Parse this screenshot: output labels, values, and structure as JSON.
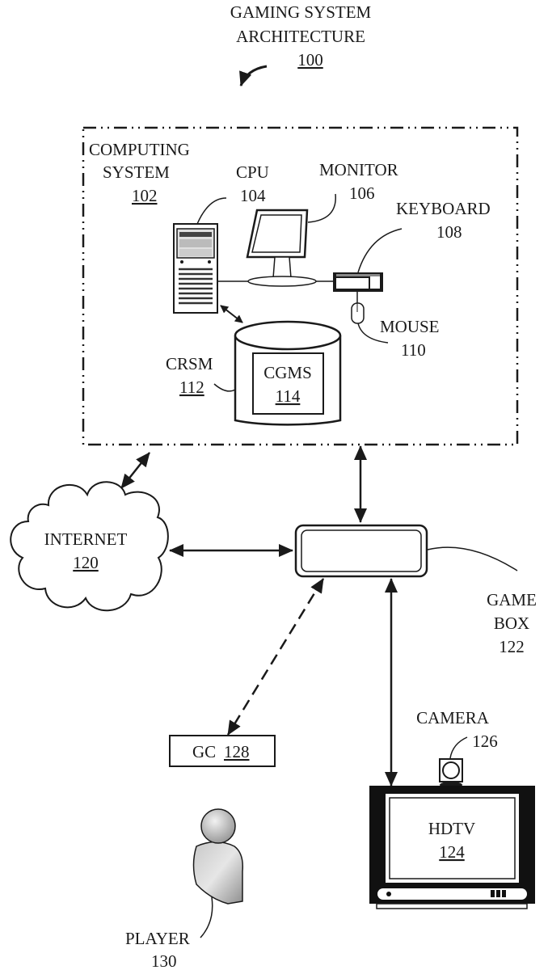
{
  "title": {
    "line1": "GAMING SYSTEM",
    "line2": "ARCHITECTURE",
    "ref": "100"
  },
  "computing_system": {
    "name1": "COMPUTING",
    "name2": "SYSTEM",
    "ref": "102"
  },
  "cpu": {
    "name": "CPU",
    "ref": "104"
  },
  "monitor": {
    "name": "MONITOR",
    "ref": "106"
  },
  "keyboard": {
    "name": "KEYBOARD",
    "ref": "108"
  },
  "mouse": {
    "name": "MOUSE",
    "ref": "110"
  },
  "crsm": {
    "name": "CRSM",
    "ref": "112"
  },
  "cgms": {
    "name": "CGMS",
    "ref": "114"
  },
  "internet": {
    "name": "INTERNET",
    "ref": "120"
  },
  "game_box": {
    "name1": "GAME",
    "name2": "BOX",
    "ref": "122"
  },
  "hdtv": {
    "name": "HDTV",
    "ref": "124"
  },
  "camera": {
    "name": "CAMERA",
    "ref": "126"
  },
  "gc": {
    "name": "GC",
    "ref": "128"
  },
  "player": {
    "name": "PLAYER",
    "ref": "130"
  },
  "colors": {
    "ink": "#1a1a1a",
    "player_fill": "#b8b8b8",
    "tv_body": "#111111"
  }
}
